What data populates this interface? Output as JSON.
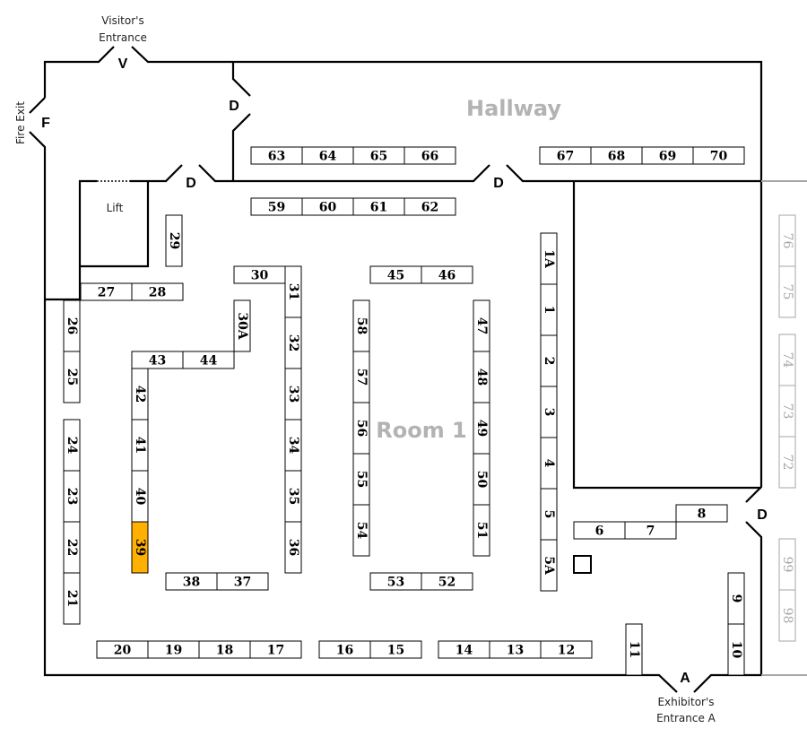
{
  "labels": {
    "hallway": "Hallway",
    "room": "Room 1",
    "lift": "Lift",
    "visitors_entrance_1": "Visitor's",
    "visitors_entrance_2": "Entrance",
    "fire_exit": "Fire Exit",
    "exhibitors_entrance_1": "Exhibitor's",
    "exhibitors_entrance_2": "Entrance A",
    "door_v": "V",
    "door_f": "F",
    "door_a": "A",
    "door_d": "D"
  },
  "colors": {
    "highlight": "#ffb000",
    "unavailable": "#a6a6a6"
  },
  "highlighted_booth": "39",
  "booths": [
    "63",
    "64",
    "65",
    "66",
    "67",
    "68",
    "69",
    "70",
    "59",
    "60",
    "61",
    "62",
    "29",
    "27",
    "28",
    "30",
    "31",
    "32",
    "33",
    "34",
    "35",
    "36",
    "30A",
    "43",
    "44",
    "42",
    "41",
    "40",
    "39",
    "38",
    "37",
    "26",
    "25",
    "24",
    "23",
    "22",
    "21",
    "20",
    "19",
    "18",
    "17",
    "16",
    "15",
    "14",
    "13",
    "12",
    "58",
    "57",
    "56",
    "55",
    "54",
    "45",
    "46",
    "47",
    "48",
    "49",
    "50",
    "51",
    "53",
    "52",
    "1A",
    "1",
    "2",
    "3",
    "4",
    "5",
    "5A",
    "6",
    "7",
    "8",
    "9",
    "10",
    "11"
  ],
  "unavailable_booths": [
    "76",
    "75",
    "74",
    "73",
    "72",
    "99",
    "98"
  ]
}
